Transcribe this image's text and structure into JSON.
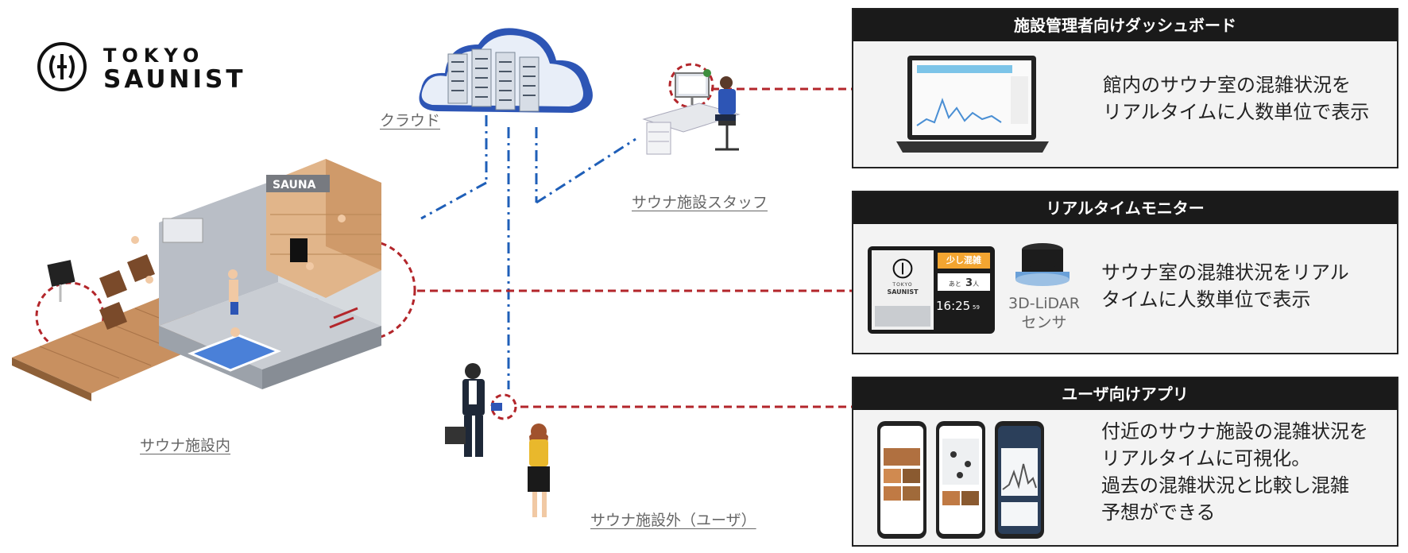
{
  "logo": {
    "line1": "TOKYO",
    "line2": "SAUNIST"
  },
  "labels": {
    "cloud": "クラウド",
    "staff": "サウナ施設スタッフ",
    "facility_inside": "サウナ施設内",
    "facility_outside": "サウナ施設外（ユーザ）"
  },
  "sauna_sign": "SAUNA",
  "panels": [
    {
      "title": "施設管理者向けダッシュボード",
      "description_lines": [
        "館内のサウナ室の混雑状況を",
        "リアルタイムに人数単位で表示"
      ]
    },
    {
      "title": "リアルタイムモニター",
      "description_lines": [
        "サウナ室の混雑状況をリアル",
        "タイムに人数単位で表示"
      ],
      "monitor": {
        "status": "少し混雑",
        "remaining_prefix": "あと",
        "remaining_value": "3",
        "remaining_unit": "人",
        "time": "16:25",
        "time_seconds": "59",
        "brand_line1": "TOKYO",
        "brand_line2": "SAUNIST"
      },
      "sensor_label_lines": [
        "3D-LiDAR",
        "センサ"
      ]
    },
    {
      "title": "ユーザ向けアプリ",
      "description_lines": [
        "付近のサウナ施設の混雑状況を",
        "リアルタイムに可視化。",
        "過去の混雑状況と比較し混雑",
        "予想ができる"
      ]
    }
  ],
  "colors": {
    "connector_blue": "#1f5fb8",
    "connector_red": "#b3262b",
    "panel_header": "#1a1a1a",
    "monitor_status_bg": "#f3a531",
    "cloud_blue": "#2d55b5"
  }
}
